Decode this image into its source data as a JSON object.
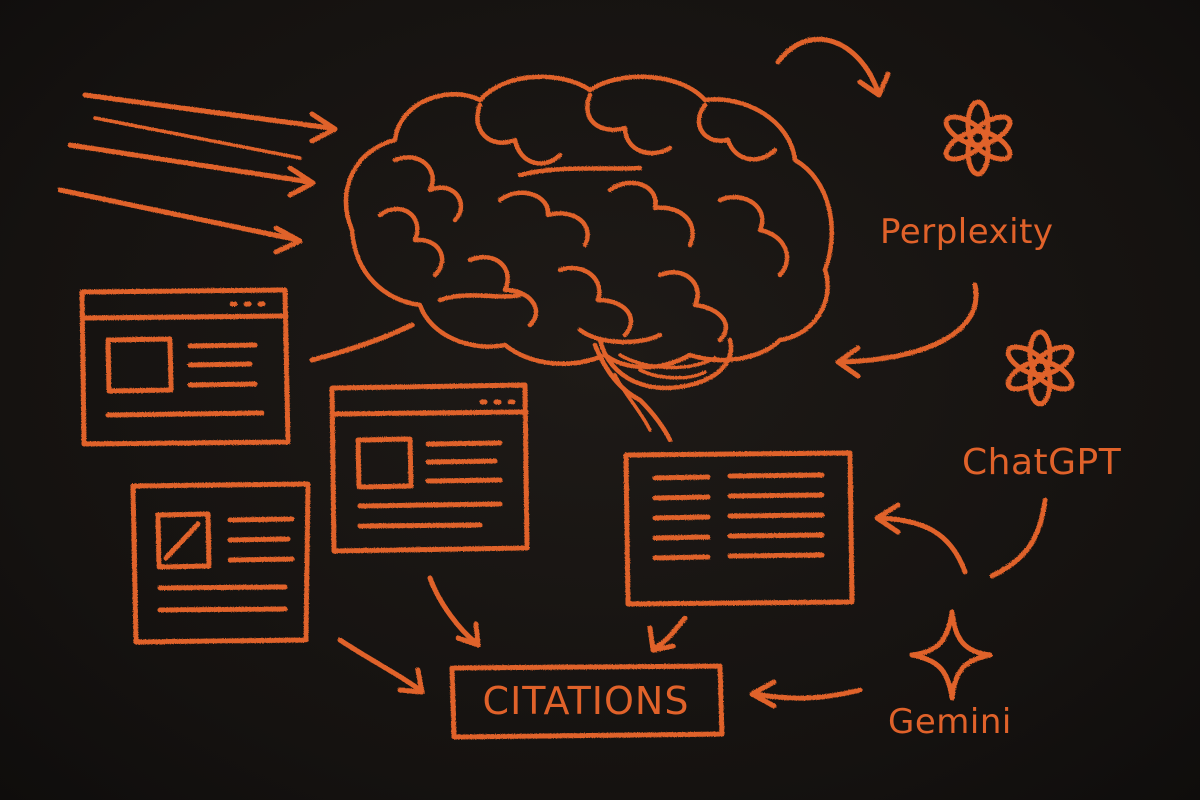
{
  "colors": {
    "chalk": "#e0622a",
    "background": "#161311"
  },
  "nodes": {
    "perplexity": {
      "label": "Perplexity",
      "icon": "openai-knot-icon"
    },
    "chatgpt": {
      "label": "ChatGPT",
      "icon": "openai-knot-icon"
    },
    "gemini": {
      "label": "Gemini",
      "icon": "sparkle-star-icon"
    },
    "citations": {
      "label": "CITATIONS"
    },
    "brain": {
      "icon": "brain-icon"
    },
    "web_pages": [
      "browser-window",
      "browser-window",
      "browser-window",
      "document-card"
    ]
  }
}
